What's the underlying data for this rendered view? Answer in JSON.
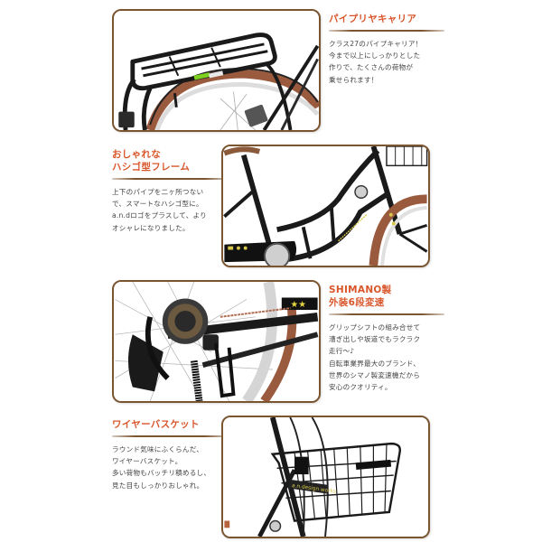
{
  "sections": [
    {
      "id": "pipe-rear-carrier",
      "title": "パイプリヤキャリア",
      "body": "クラス27のパイプキャリア！\n今まで以上にしっかりとした\n作りで、たくさんの荷物が\n乗せられます！",
      "image_alt": "black pipe rear carrier on bicycle",
      "photo_side": "left"
    },
    {
      "id": "ladder-frame",
      "title": "おしゃれな\nハシゴ型フレーム",
      "body": "上下のパイプを二ヶ所つない\nで、スマートなハシゴ型に。\na.n.dロゴをプラスして、より\nオシャレになりました。",
      "image_alt": "black ladder-shaped bicycle frame",
      "photo_side": "right"
    },
    {
      "id": "shimano-6-speed",
      "title": "SHIMANO製\n外装6段変速",
      "body": "グリップシフトの組み合せて\n漕ぎ出しや坂道でもラクラク\n走行～♪\n自転車業界最大のブランド、\n世界のシマノ製変速機だから\n安心のクオリティ。",
      "image_alt": "Shimano rear derailleur close-up",
      "photo_side": "left"
    },
    {
      "id": "wire-basket",
      "title": "ワイヤーバスケット",
      "body": "ラウンド気味にふくらんだ、\nワイヤーバスケット。\n多い荷物もバッチリ積めるし、\n見た目もしっかりおしゃれ。",
      "image_alt": "black wire front basket",
      "photo_side": "right",
      "basket_label": "a.n.design works"
    }
  ],
  "colors": {
    "title": "#d9562b",
    "frame_border": "#7a5530",
    "body_text": "#444444",
    "bike_black": "#1a1a1a",
    "tire_brown": "#9a5a3e",
    "logo_yellow": "#d8c84a",
    "carrier_tag_green": "#7cd21e"
  }
}
